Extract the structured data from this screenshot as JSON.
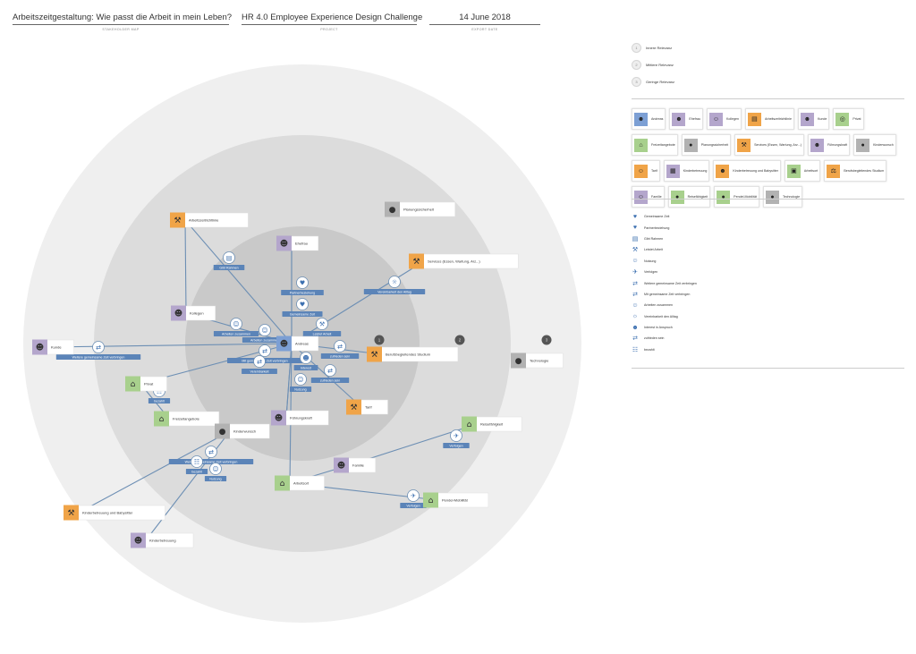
{
  "header": {
    "title": "Arbeitszeitgestaltung: Wie passt die Arbeit in mein Leben?",
    "title_caption": "STAKEHOLDER MAP",
    "project": "HR 4.0 Employee Experience Design Challenge",
    "project_caption": "PROJECT",
    "date": "14 June 2018",
    "date_caption": "EXPORT DATE"
  },
  "colors": {
    "outer_ring": "#efefef",
    "middle_ring": "#dcdcdc",
    "inner_ring": "#c9c9c9",
    "edge": "#6d8fb4",
    "relation_label": "#5b84b8",
    "orange": "#f0a448",
    "purple": "#b4a6cc",
    "green": "#a8d08d",
    "gray": "#b2b2b2",
    "blue": "#7c9fd4"
  },
  "ring_legend": [
    {
      "marker": "1",
      "label": "Innere Relevanz"
    },
    {
      "marker": "2",
      "label": "Mittlere Relevanz"
    },
    {
      "marker": "3",
      "label": "Geringe Relevanz"
    }
  ],
  "stakeholder_types": [
    {
      "label": "Andreas",
      "color": "#7c9fd4",
      "icon": "person-icon"
    },
    {
      "label": "Ehefrau",
      "color": "#b4a6cc",
      "icon": "woman-icon"
    },
    {
      "label": "Kollegen",
      "color": "#b4a6cc",
      "icon": "group-icon"
    },
    {
      "label": "Arbeitszeitrichtlinie",
      "color": "#f0a448",
      "icon": "document-icon"
    },
    {
      "label": "Kunde",
      "color": "#b4a6cc",
      "icon": "person-icon"
    },
    {
      "label": "Privat",
      "color": "#a8d08d",
      "icon": "globe-icon"
    },
    {
      "label": "Freizeitangebote",
      "color": "#a8d08d",
      "icon": "house-icon"
    },
    {
      "label": "Planungssicherheit",
      "color": "#b2b2b2",
      "icon": "circle-icon"
    },
    {
      "label": "Services (Essen, Wartung, Arz...)",
      "color": "#f0a448",
      "icon": "wrench-icon"
    },
    {
      "label": "Führungskraft",
      "color": "#b4a6cc",
      "icon": "manager-icon"
    },
    {
      "label": "Kinderwunsch",
      "color": "#b2b2b2",
      "icon": "circle-icon"
    },
    {
      "label": "Tarif",
      "color": "#f0a448",
      "icon": "people-icon"
    },
    {
      "label": "Kinderbetreuung",
      "color": "#b4a6cc",
      "icon": "building-icon"
    },
    {
      "label": "Kinderbetreuung und Babysitter",
      "color": "#f0a448",
      "icon": "person-icon"
    },
    {
      "label": "Arbeitsort",
      "color": "#a8d08d",
      "icon": "factory-icon"
    },
    {
      "label": "Berufsbegleitendes Studium",
      "color": "#f0a448",
      "icon": "scales-icon"
    },
    {
      "label": "Familie",
      "color": "#b4a6cc",
      "icon": "family-icon"
    },
    {
      "label": "Reisefähigkeit",
      "color": "#a8d08d",
      "icon": "circle-icon"
    },
    {
      "label": "Pendel-Mobilität",
      "color": "#a8d08d",
      "icon": "circle-icon"
    },
    {
      "label": "Technologie",
      "color": "#b2b2b2",
      "icon": "circle-icon"
    }
  ],
  "relation_types": [
    {
      "label": "Gemeinsame Zeit",
      "icon": "heart-icon",
      "glyph": "♥"
    },
    {
      "label": "Partnerbeziehung",
      "icon": "heart-icon",
      "glyph": "♥"
    },
    {
      "label": "Gibt Rahmen",
      "icon": "clipboard-icon",
      "glyph": "▤"
    },
    {
      "label": "Leistet Arbeit",
      "icon": "tools-icon",
      "glyph": "⚒"
    },
    {
      "label": "Nutzung",
      "icon": "users-icon",
      "glyph": "☺"
    },
    {
      "label": "Verfolgen",
      "icon": "plane-icon",
      "glyph": "✈"
    },
    {
      "label": "Weitere gemeinsame Zeit verbringen",
      "icon": "arrows-icon",
      "glyph": "⇄"
    },
    {
      "label": "Mit gemeinsame Zeit verbringen",
      "icon": "arrows-icon",
      "glyph": "⇄"
    },
    {
      "label": "Arbeiten zusammen",
      "icon": "users-icon",
      "glyph": "☺"
    },
    {
      "label": "Vereinbarkeit den Alltag",
      "icon": "sun-icon",
      "glyph": "☼"
    },
    {
      "label": "Interest in Anspruch",
      "icon": "person-icon",
      "glyph": "☻"
    },
    {
      "label": "zufrieden sein",
      "icon": "arrows-icon",
      "glyph": "⇄"
    },
    {
      "label": "bezahlt",
      "icon": "hierarchy-icon",
      "glyph": "☷"
    }
  ],
  "map": {
    "nodes": [
      {
        "id": "andreas",
        "label": "Andreas",
        "color": "#7c9fd4"
      },
      {
        "id": "ehefrau",
        "label": "Ehefrau",
        "color": "#b4a6cc"
      },
      {
        "id": "kollegen",
        "label": "Kollegen",
        "color": "#b4a6cc"
      },
      {
        "id": "fuehrung",
        "label": "Führungskraft",
        "color": "#b4a6cc"
      },
      {
        "id": "tarif",
        "label": "Tarif",
        "color": "#f0a448"
      },
      {
        "id": "studium",
        "label": "Berufsbegleitendes Studium",
        "color": "#f0a448"
      },
      {
        "id": "services",
        "label": "Services (Essen, Wartung, Arz...)",
        "color": "#f0a448"
      },
      {
        "id": "richtlinie",
        "label": "Arbeitszeitrichtlinie",
        "color": "#f0a448"
      },
      {
        "id": "planung",
        "label": "Planungssicherheit",
        "color": "#b2b2b2"
      },
      {
        "id": "kunde",
        "label": "Kunde",
        "color": "#b4a6cc"
      },
      {
        "id": "privat",
        "label": "Privat",
        "color": "#a8d08d"
      },
      {
        "id": "freizeit",
        "label": "Freizeitangebote",
        "color": "#a8d08d"
      },
      {
        "id": "kinderwunsch",
        "label": "Kinderwunsch",
        "color": "#b2b2b2"
      },
      {
        "id": "reise",
        "label": "Reisefähigkeit",
        "color": "#a8d08d"
      },
      {
        "id": "familie",
        "label": "Familie",
        "color": "#b4a6cc"
      },
      {
        "id": "arbeitsort",
        "label": "Arbeitsort",
        "color": "#a8d08d"
      },
      {
        "id": "pendel",
        "label": "Pendel-Mobilität",
        "color": "#a8d08d"
      },
      {
        "id": "babysitter",
        "label": "Kinderbetreuung und Babysitter",
        "color": "#f0a448"
      },
      {
        "id": "kinderbetreuung",
        "label": "Kinderbetreuung",
        "color": "#b4a6cc"
      },
      {
        "id": "technologie",
        "label": "Technologie",
        "color": "#b2b2b2"
      }
    ],
    "relations": [
      {
        "label": "Partnerbeziehung"
      },
      {
        "label": "Gemeinsame Zeit"
      },
      {
        "label": "Gibt Rahmen"
      },
      {
        "label": "Arbeiten zusammen"
      },
      {
        "label": "Arbeiten zusammen"
      },
      {
        "label": "Weitere gemeinsame Zeit verbringen"
      },
      {
        "label": "Mit gemeinsame Zeit verbringen"
      },
      {
        "label": "Leistet Arbeit"
      },
      {
        "label": "zufrieden sein"
      },
      {
        "label": "Vereinbarkeit den Alltag"
      },
      {
        "label": "zufrieden sein"
      },
      {
        "label": "Nutzung"
      },
      {
        "label": "bezahlt"
      },
      {
        "label": "Weitere gemeinsame Zeit verbringen"
      },
      {
        "label": "Nutzung"
      },
      {
        "label": "Vereinbarkeit"
      },
      {
        "label": "Interest"
      },
      {
        "label": "bezahlt"
      },
      {
        "label": "Verfolgen"
      },
      {
        "label": "Verfolgen"
      }
    ],
    "ring_markers": [
      "1",
      "2",
      "3"
    ]
  }
}
